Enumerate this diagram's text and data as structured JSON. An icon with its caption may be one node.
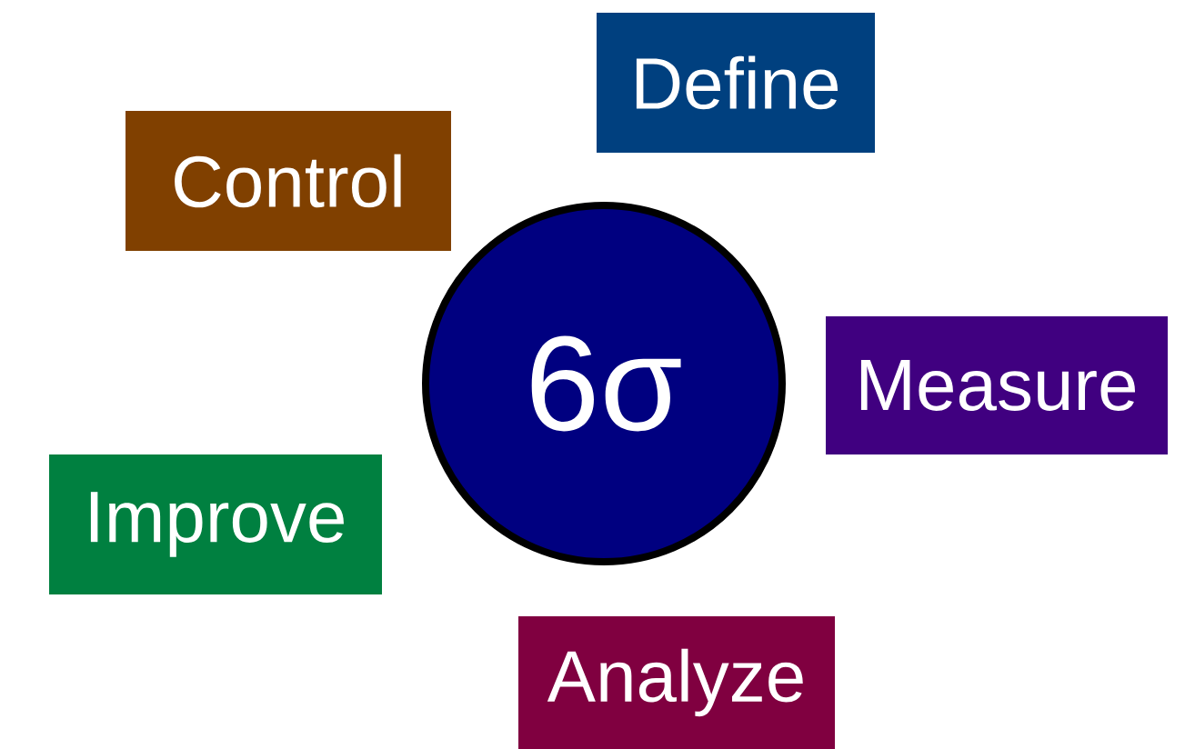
{
  "diagram": {
    "nodes": [
      {
        "text": [
          "Define"
        ]
      },
      {
        "text": [
          "Control"
        ]
      },
      {
        "text": [
          "6σ"
        ]
      },
      {
        "text": [
          "Measure"
        ]
      },
      {
        "text": [
          "Improve"
        ]
      },
      {
        "text": [
          "Analyze"
        ]
      }
    ]
  }
}
